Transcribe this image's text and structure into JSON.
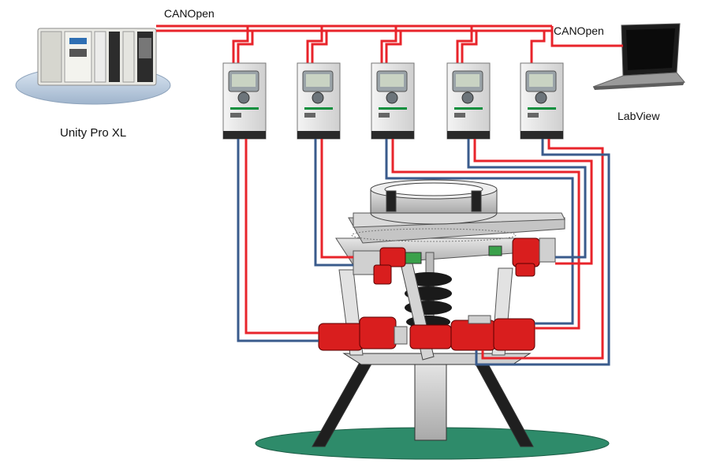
{
  "labels": {
    "canopen_left": "CANOpen",
    "canopen_right": "CANOpen",
    "plc": "Unity Pro XL",
    "laptop": "LabView"
  },
  "colors": {
    "bus_red": "#e8242b",
    "cable_blue": "#3a5b8c",
    "motor_red": "#d91e1e",
    "base_green": "#2e8b6a",
    "frame_gray": "#bdbdbd",
    "drive_dark": "#2a2a2a"
  },
  "icons": {
    "plc": "plc-controller-icon",
    "laptop": "laptop-icon",
    "drive": "servo-drive-icon",
    "motor": "gear-motor-icon",
    "base": "floor-plate-icon"
  }
}
